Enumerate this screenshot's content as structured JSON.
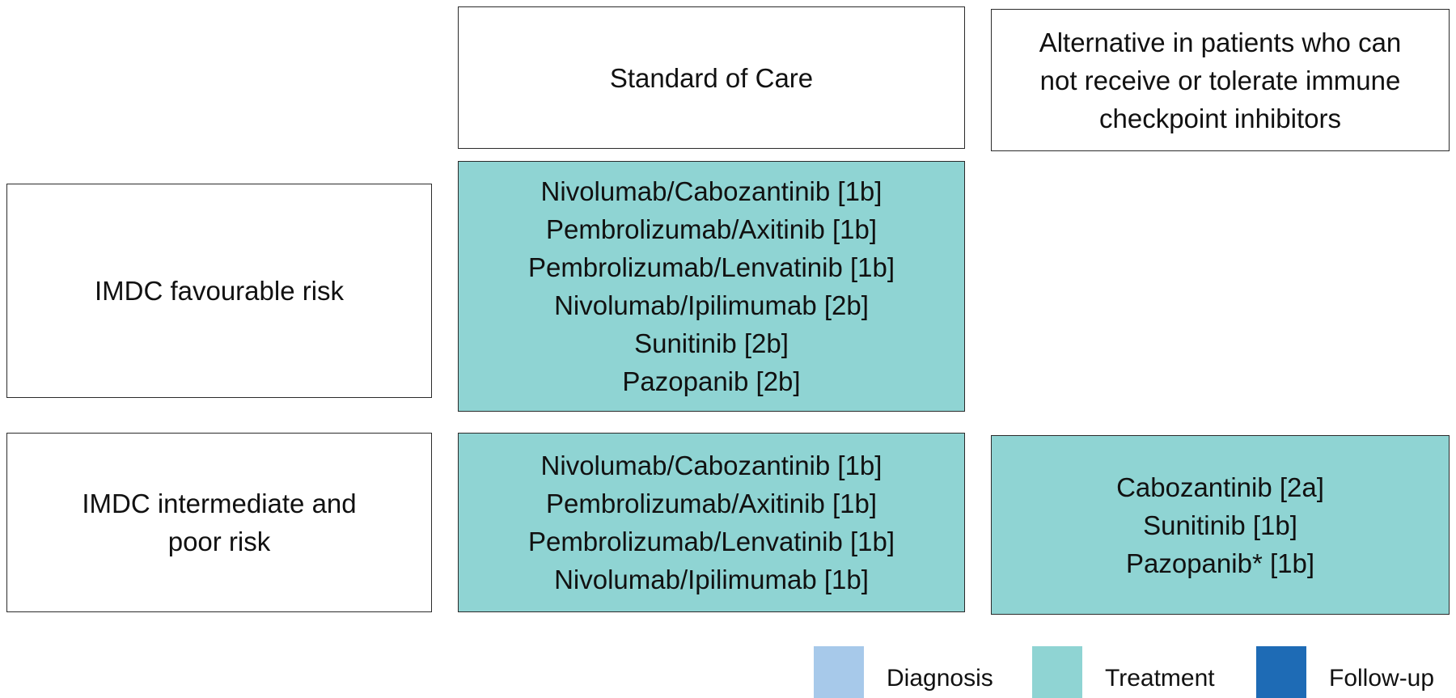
{
  "headers": {
    "standard": "Standard of Care",
    "alternative": [
      "Alternative in patients who can",
      "not receive or tolerate immune",
      "checkpoint inhibitors"
    ]
  },
  "rows": {
    "favourable": {
      "label": [
        "IMDC favourable risk"
      ],
      "standard": [
        "Nivolumab/Cabozantinib [1b]",
        "Pembrolizumab/Axitinib [1b]",
        "Pembrolizumab/Lenvatinib [1b]",
        "Nivolumab/Ipilimumab [2b]",
        "Sunitinib [2b]",
        "Pazopanib [2b]"
      ]
    },
    "intermediate": {
      "label": [
        "IMDC intermediate and",
        "poor risk"
      ],
      "standard": [
        "Nivolumab/Cabozantinib [1b]",
        "Pembrolizumab/Axitinib [1b]",
        "Pembrolizumab/Lenvatinib [1b]",
        "Nivolumab/Ipilimumab [1b]"
      ],
      "alternative": [
        "Cabozantinib [2a]",
        "Sunitinib [1b]",
        "Pazopanib* [1b]"
      ]
    }
  },
  "legend": [
    {
      "label": "Diagnosis",
      "color": "#a7c9ea"
    },
    {
      "label": "Treatment",
      "color": "#8fd4d3"
    },
    {
      "label": "Follow-up",
      "color": "#1e6bb5"
    }
  ],
  "colors": {
    "treatment_box": "#8fd4d3",
    "border": "#2b2b2b"
  }
}
